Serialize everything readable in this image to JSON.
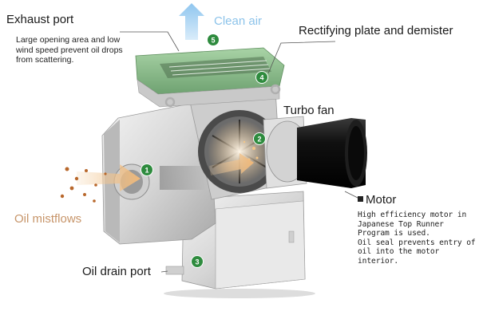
{
  "labels": {
    "exhaust_port": {
      "title": "Exhaust port",
      "note_lines": [
        "Large opening area and low",
        "wind speed prevent oil drops",
        "from scattering."
      ]
    },
    "clean_air": "Clean air",
    "rectifying": "Rectifying plate and demister",
    "turbo_fan": "Turbo fan",
    "motor": {
      "title": "Motor",
      "note_lines": [
        "High efficiency motor in",
        "Japanese Top Runner",
        "Program is used.",
        "Oil seal prevents entry of",
        "oil into the motor interior."
      ]
    },
    "oil_mistflows": "Oil mistflows",
    "oil_drain_port": "Oil drain port"
  },
  "badges": [
    "1",
    "2",
    "3",
    "4",
    "5"
  ],
  "colors": {
    "badge": "#2e8b3e",
    "housing_green": "#8fbf8f",
    "clean_air_text": "#8cc3ea",
    "oil_text": "#c7956a",
    "motor_body": "#111111"
  }
}
